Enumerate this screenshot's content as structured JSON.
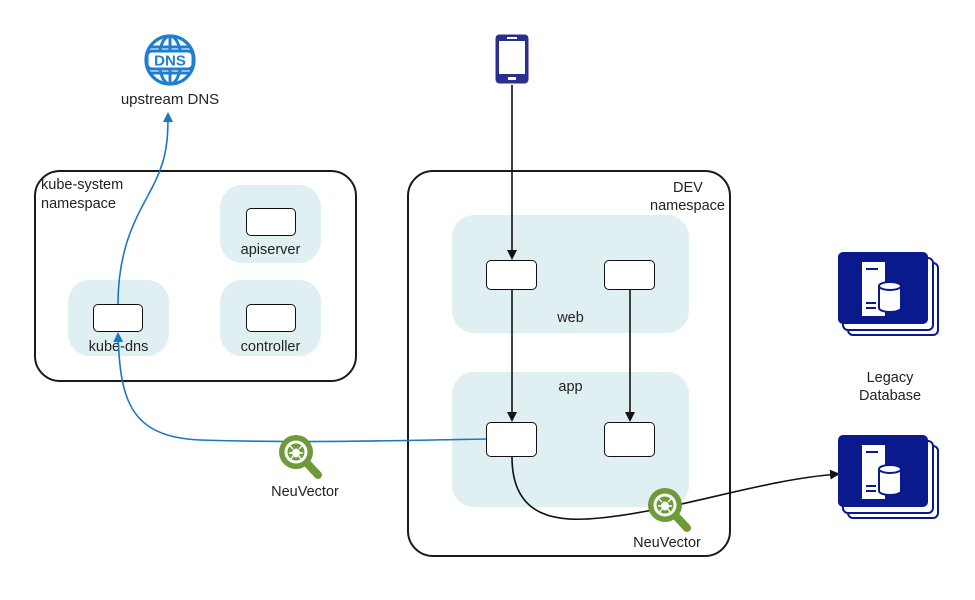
{
  "external": {
    "dns": {
      "icon": "globe-dns-icon",
      "icon_text": "DNS",
      "label": "upstream DNS",
      "color": "#1e7fd0"
    },
    "client": {
      "icon": "smartphone-icon",
      "color": "#2a2f8f"
    },
    "legacy_db": {
      "label_line1": "Legacy",
      "label_line2": "Database",
      "icon": "database-server-icon",
      "color": "#0a1a8c"
    }
  },
  "namespaces": {
    "kube_system": {
      "label_line1": "kube-system",
      "label_line2": "namespace",
      "groups": [
        {
          "label": "apiserver"
        },
        {
          "label": "kube-dns"
        },
        {
          "label": "controller"
        }
      ]
    },
    "dev": {
      "label_line1": "DEV",
      "label_line2": "namespace",
      "groups": [
        {
          "label": "web"
        },
        {
          "label": "app"
        }
      ]
    }
  },
  "monitors": [
    {
      "label": "NeuVector",
      "icon": "neuvector-bug-magnifier-icon",
      "color": "#6e9a3a"
    },
    {
      "label": "NeuVector",
      "icon": "neuvector-bug-magnifier-icon",
      "color": "#6e9a3a"
    }
  ],
  "colors": {
    "dns_flow": "#1a78c2",
    "app_flow": "#111111",
    "group_fill": "#e0eff2"
  }
}
